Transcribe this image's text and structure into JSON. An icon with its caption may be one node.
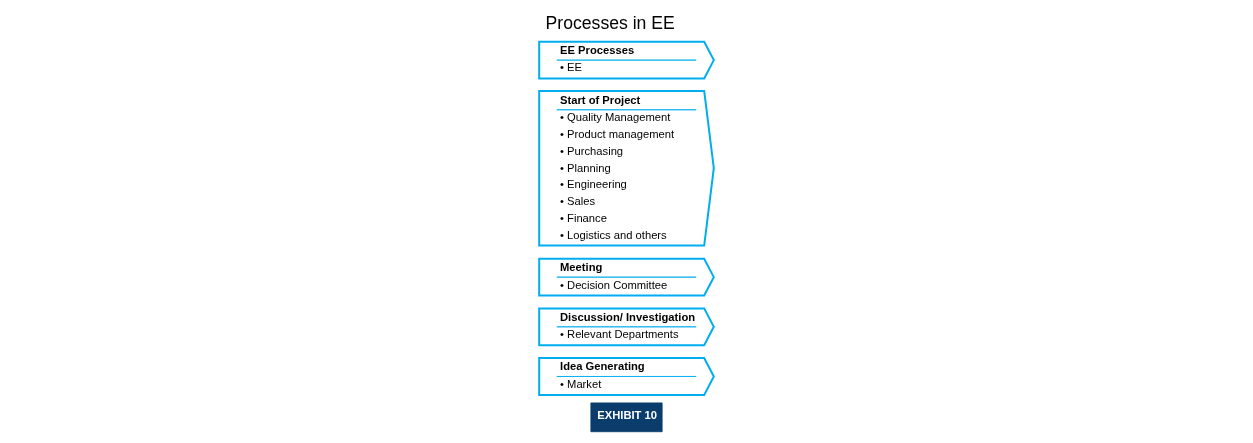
{
  "diagram": {
    "title": "Processes in EE",
    "labels": [
      "EXHIBIT 10"
    ],
    "nodes": [
      {
        "text": [
          "Idea Generating",
          "• Market"
        ]
      },
      {
        "text": [
          "Discussion/ Investigation",
          "• Relevant Departments"
        ]
      },
      {
        "text": [
          "Meeting",
          "• Decision Committee"
        ]
      },
      {
        "text": [
          "Start of Project",
          "• Quality Management",
          "• Product management",
          "• Purchasing",
          "• Planning",
          "• Engineering",
          "• Sales",
          "• Finance",
          "• Logistics and others"
        ]
      },
      {
        "text": [
          "EE Processes",
          "• EE"
        ]
      }
    ]
  }
}
